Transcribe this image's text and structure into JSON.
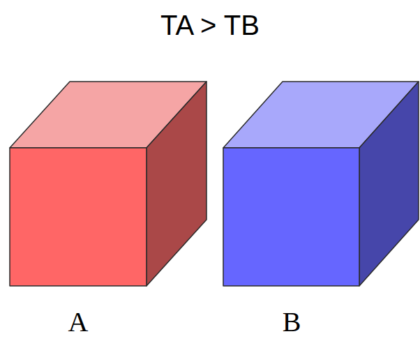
{
  "diagram": {
    "title": "TA > TB",
    "nodes": [
      {
        "text": [
          "A"
        ]
      },
      {
        "text": [
          "B"
        ]
      }
    ]
  }
}
